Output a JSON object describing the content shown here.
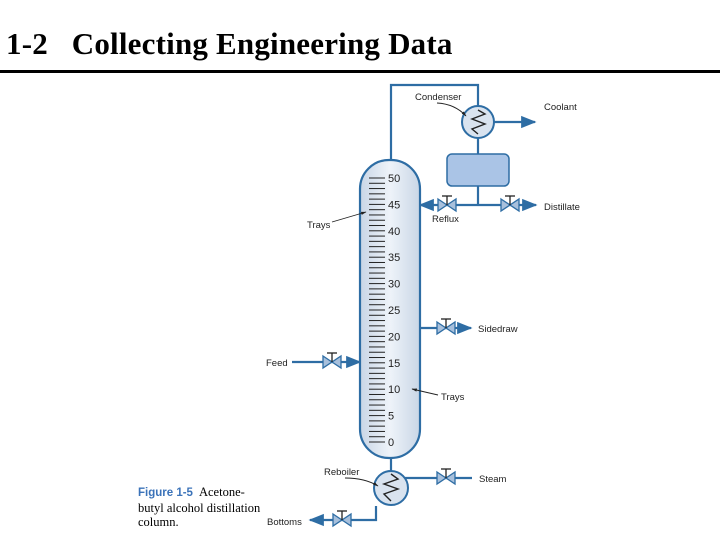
{
  "slide": {
    "title": "1-2   Collecting Engineering Data"
  },
  "diagram": {
    "labels": {
      "condenser": "Condenser",
      "coolant": "Coolant",
      "distillate": "Distillate",
      "reflux": "Reflux",
      "trays_upper": "Trays",
      "trays_lower": "Trays",
      "sidedraw": "Sidedraw",
      "feed": "Feed",
      "reboiler": "Reboiler",
      "steam": "Steam",
      "bottoms": "Bottoms"
    },
    "tray_numbers": [
      "50",
      "45",
      "40",
      "35",
      "30",
      "25",
      "20",
      "15",
      "10",
      "5",
      "0"
    ],
    "colors": {
      "pipe": "#2e6da4",
      "vessel_fill": "#d9e3ef",
      "drum_fill": "#aac4e6",
      "valve_fill": "#a8c0dc",
      "caption_accent": "#3b73b9"
    }
  },
  "caption": {
    "figure_label": "Figure 1-5",
    "text": "Acetone-butyl alcohol distillation column."
  }
}
